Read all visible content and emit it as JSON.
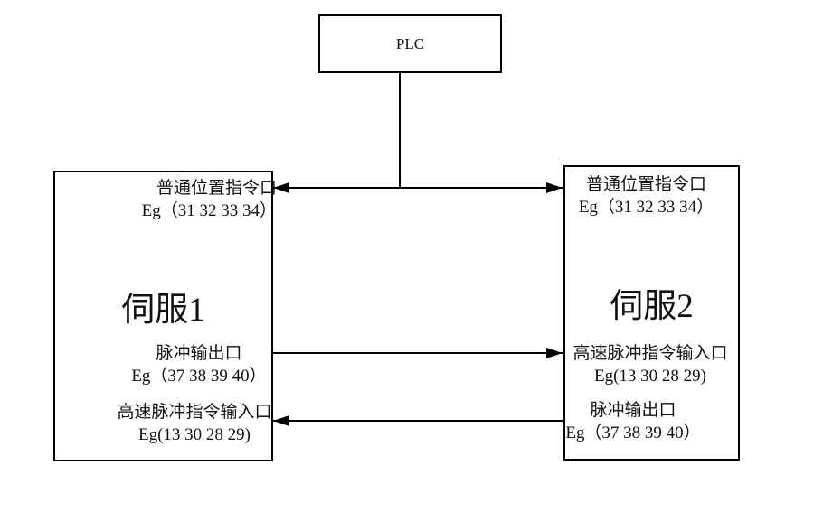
{
  "colors": {
    "background": "#ffffff",
    "line": "#000000",
    "text": "#111111"
  },
  "plc": {
    "label": "PLC"
  },
  "servo1": {
    "title": "伺服1",
    "port_position": {
      "name": "普通位置指令口",
      "pins": "Eg（31 32 33 34）"
    },
    "port_pulse_out": {
      "name": "脉冲输出口",
      "pins": "Eg（37 38 39 40）"
    },
    "port_hs_pulse_in": {
      "name": "高速脉冲指令输入口",
      "pins": "Eg(13 30 28 29)"
    }
  },
  "servo2": {
    "title": "伺服2",
    "port_position": {
      "name": "普通位置指令口",
      "pins": "Eg（31 32 33 34）"
    },
    "port_hs_pulse_in": {
      "name": "高速脉冲指令输入口",
      "pins": "Eg(13 30 28 29)"
    },
    "port_pulse_out": {
      "name": "脉冲输出口",
      "pins": "Eg（37 38 39 40）"
    }
  }
}
